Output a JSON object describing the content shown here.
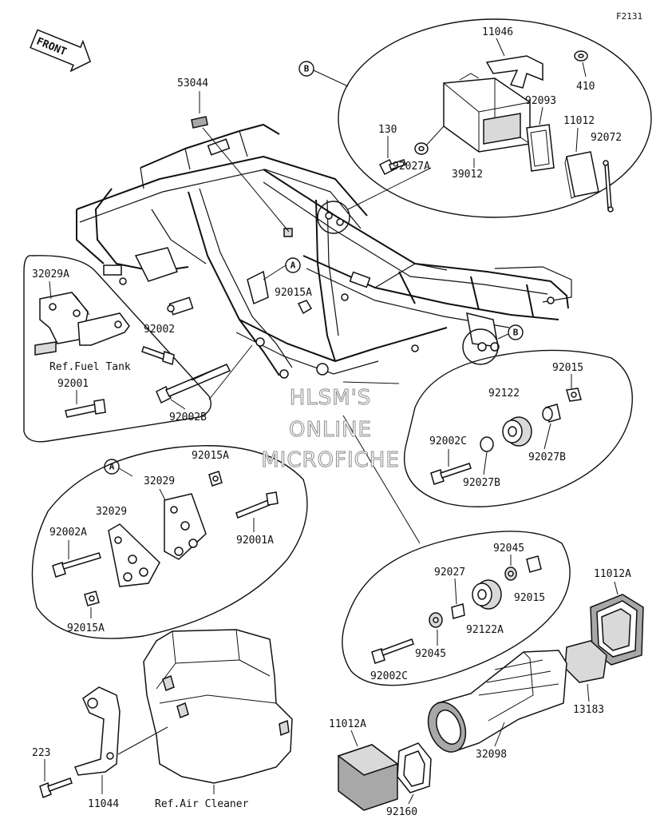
{
  "figure_code": "F2131",
  "front_arrow": "FRONT",
  "callouts": {
    "a": "A",
    "b": "B"
  },
  "watermark": {
    "line1": "HLSM'S",
    "line2": "ONLINE",
    "line3": "MICROFICHE"
  },
  "references": {
    "fuel_tank": "Ref.Fuel Tank",
    "air_cleaner": "Ref.Air Cleaner"
  },
  "part_numbers": {
    "p11046": "11046",
    "p410": "410",
    "p92093": "92093",
    "p11012": "11012",
    "p92072": "92072",
    "p130": "130",
    "p39012": "39012",
    "p92027A": "92027A",
    "p53044": "53044",
    "p32029A": "32029A",
    "p92002": "92002",
    "p92001": "92001",
    "p92015A_top": "92015A",
    "p92002B": "92002B",
    "p92015": "92015",
    "p92122": "92122",
    "p92002C_top": "92002C",
    "p92027B_right": "92027B",
    "p92027B_left": "92027B",
    "p92015A_a": "92015A",
    "p32029_top": "32029",
    "p32029_left": "32029",
    "p92002A": "92002A",
    "p92001A": "92001A",
    "p92015A_bot": "92015A",
    "p92045_top": "92045",
    "p92027": "92027",
    "p92015_b": "92015",
    "p92122A": "92122A",
    "p92045_bot": "92045",
    "p92002C_bot": "92002C",
    "p11012A_right": "11012A",
    "p13183": "13183",
    "p11012A_left": "11012A",
    "p32098": "32098",
    "p223": "223",
    "p11044": "11044",
    "p92160": "92160"
  }
}
